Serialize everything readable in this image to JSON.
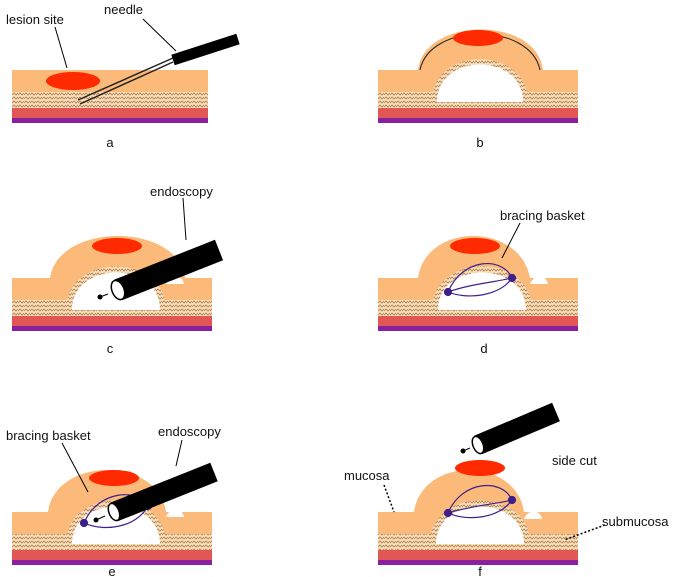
{
  "colors": {
    "tissue": "#fbb97a",
    "lesion": "#ff2a00",
    "muscle": "#e25656",
    "base": "#8a1fa0",
    "cavity": "#ffffff",
    "submucosa_texture": "#b58a56",
    "instrument": "#000000",
    "basket": "#3f1f8c"
  },
  "icons": [
    "needle-icon",
    "endoscope-icon",
    "bracing-basket-icon"
  ],
  "panels": [
    {
      "id": "a",
      "caption": "a",
      "labels": {
        "lesion": "lesion site",
        "needle": "needle"
      }
    },
    {
      "id": "b",
      "caption": "b"
    },
    {
      "id": "c",
      "caption": "c",
      "labels": {
        "endoscopy": "endoscopy"
      }
    },
    {
      "id": "d",
      "caption": "d",
      "labels": {
        "basket": "bracing basket"
      }
    },
    {
      "id": "e",
      "caption": "e",
      "labels": {
        "basket": "bracing basket",
        "endoscopy": "endoscopy"
      }
    },
    {
      "id": "f",
      "caption": "f",
      "labels": {
        "mucosa": "mucosa",
        "side_cut": "side cut",
        "submucosa": "submucosa"
      }
    }
  ]
}
